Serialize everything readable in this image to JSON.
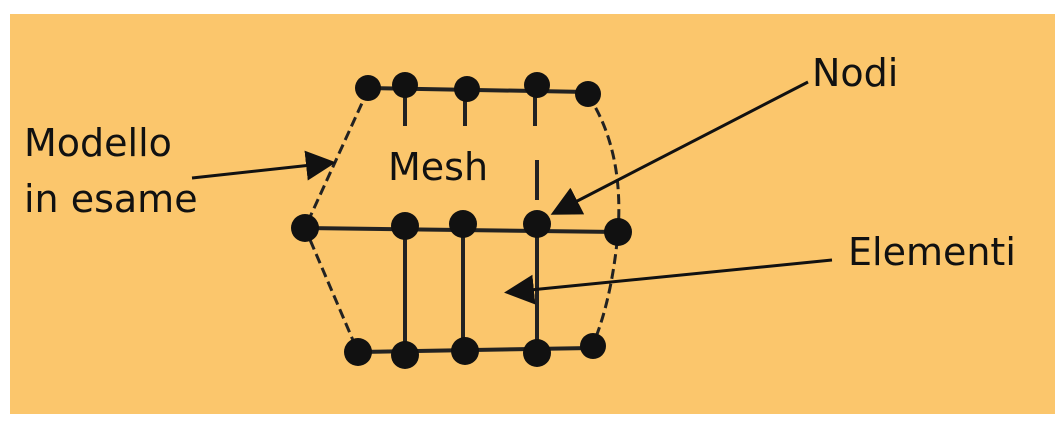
{
  "diagram": {
    "background_color": "#fbc66c",
    "ink_color": "#111111",
    "labels": {
      "model": [
        "Modello",
        "in esame"
      ],
      "mesh": "Mesh",
      "nodes": "Nodi",
      "elements": "Elementi"
    }
  }
}
